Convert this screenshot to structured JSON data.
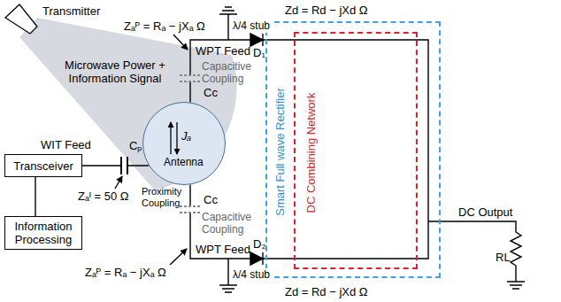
{
  "diagram": {
    "nodes": [
      {
        "text": [
          "Jₐ",
          "Antenna"
        ]
      },
      {
        "text": [
          "Transceiver"
        ]
      },
      {
        "text": [
          "Information Processing"
        ]
      },
      {
        "text": [
          "Smart Full wave Rectifier"
        ]
      },
      {
        "text": [
          "DC Combining Network"
        ],
        "in": 3
      }
    ],
    "edges": [
      {
        "from": 1,
        "to": 2,
        "arrow": "none"
      },
      {
        "from": 1,
        "to": 0,
        "arrow": "none"
      },
      {
        "from": 0,
        "to": 3,
        "arrow": "none"
      },
      {
        "from": 0,
        "to": 3,
        "arrow": "none"
      }
    ],
    "labels": [
      "Transmitter",
      "Microwave Power + Information Signal",
      "Zₐᴾ = Rₐ − jXₐ Ω",
      "Capacitive Coupling",
      "WPT Feed",
      "Cc",
      "λ/4 stub",
      "Zd = Rd − jXd Ω",
      "D₁",
      "WIT Feed",
      "Cₚ",
      "Zₐᴵ = 50 Ω",
      "Proximity Coupling",
      "Capacitive Coupling",
      "WPT Feed",
      "Cc",
      "Zₐᴾ = Rₐ − jXₐ Ω",
      "λ/4 stub",
      "D₂",
      "Zd = Rd − jXd Ω",
      "DC Output",
      "RL"
    ]
  }
}
